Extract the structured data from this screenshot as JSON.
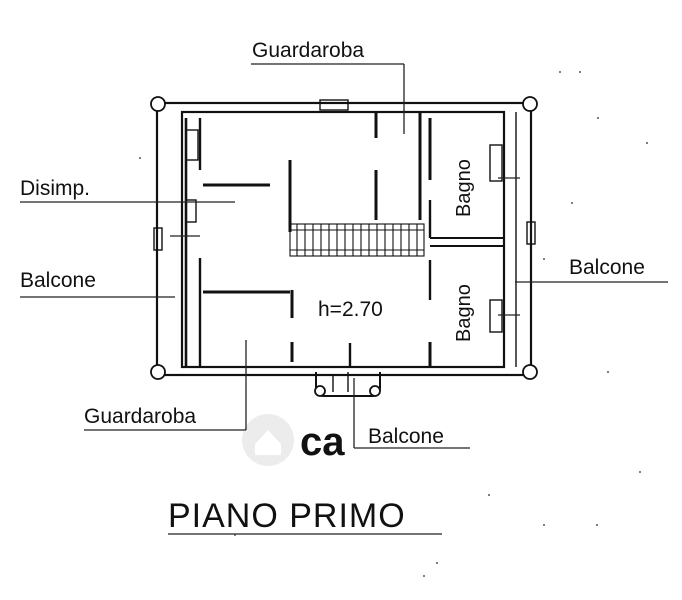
{
  "plan": {
    "labels": {
      "guardaroba_top": "Guardaroba",
      "disimpegno": "Disimp.",
      "balcone_left": "Balcone",
      "bagno_upper": "Bagno",
      "bagno_lower": "Bagno",
      "balcone_right": "Balcone",
      "height": "h=2.70",
      "guardaroba_bottom": "Guardaroba",
      "balcone_bottom": "Balcone"
    },
    "title": "PIANO PRIMO"
  }
}
